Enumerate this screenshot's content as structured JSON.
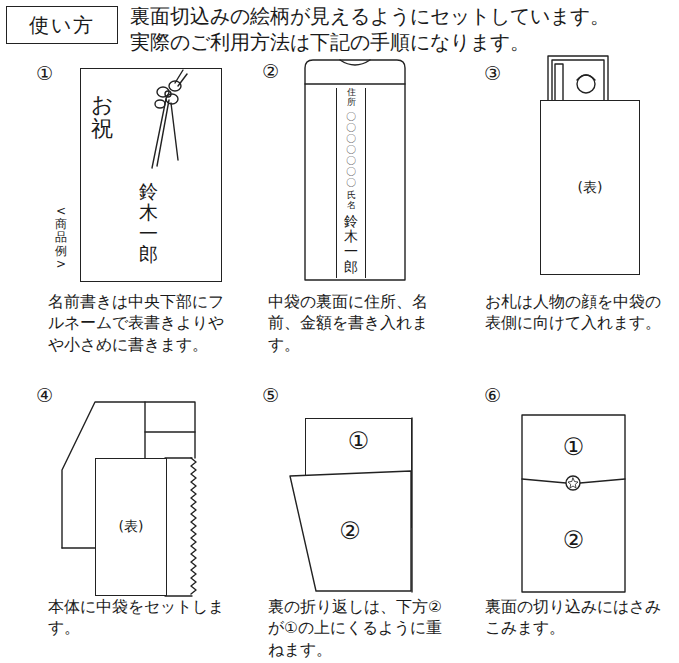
{
  "diagram": {
    "nodes": [
      {
        "text": [
          "使い方"
        ]
      },
      {
        "text": [
          "お祝",
          "鈴木一郎"
        ]
      },
      {
        "text": [
          "住所",
          "〇〇〇〇〇〇〇",
          "氏名",
          "鈴木一郎"
        ]
      },
      {
        "text": [
          "(表)"
        ]
      },
      {
        "text": [
          "(表)"
        ]
      },
      {
        "text": [
          "①"
        ]
      },
      {
        "text": [
          "②"
        ]
      },
      {
        "text": [
          "①"
        ]
      },
      {
        "text": [
          "②"
        ]
      }
    ],
    "labels": [
      "裏面切込みの絵柄が見えるようにセットしています。",
      "実際のご利用方法は下記の手順になります。",
      "①",
      "<商品例>",
      "名前書きは中央下部にフルネームで表書きよりやや小さめに書きます。",
      "②",
      "中袋の裏面に住所、名前、金額を書き入れます。",
      "③",
      "お札は人物の顔を中袋の表側に向けて入れます。",
      "④",
      "本体に中袋をセットします。",
      "⑤",
      "裏の折り返しは、下方②が①の上にくるように重ねます。",
      "⑥",
      "裏面の切り込みにはさみこみます。"
    ]
  }
}
